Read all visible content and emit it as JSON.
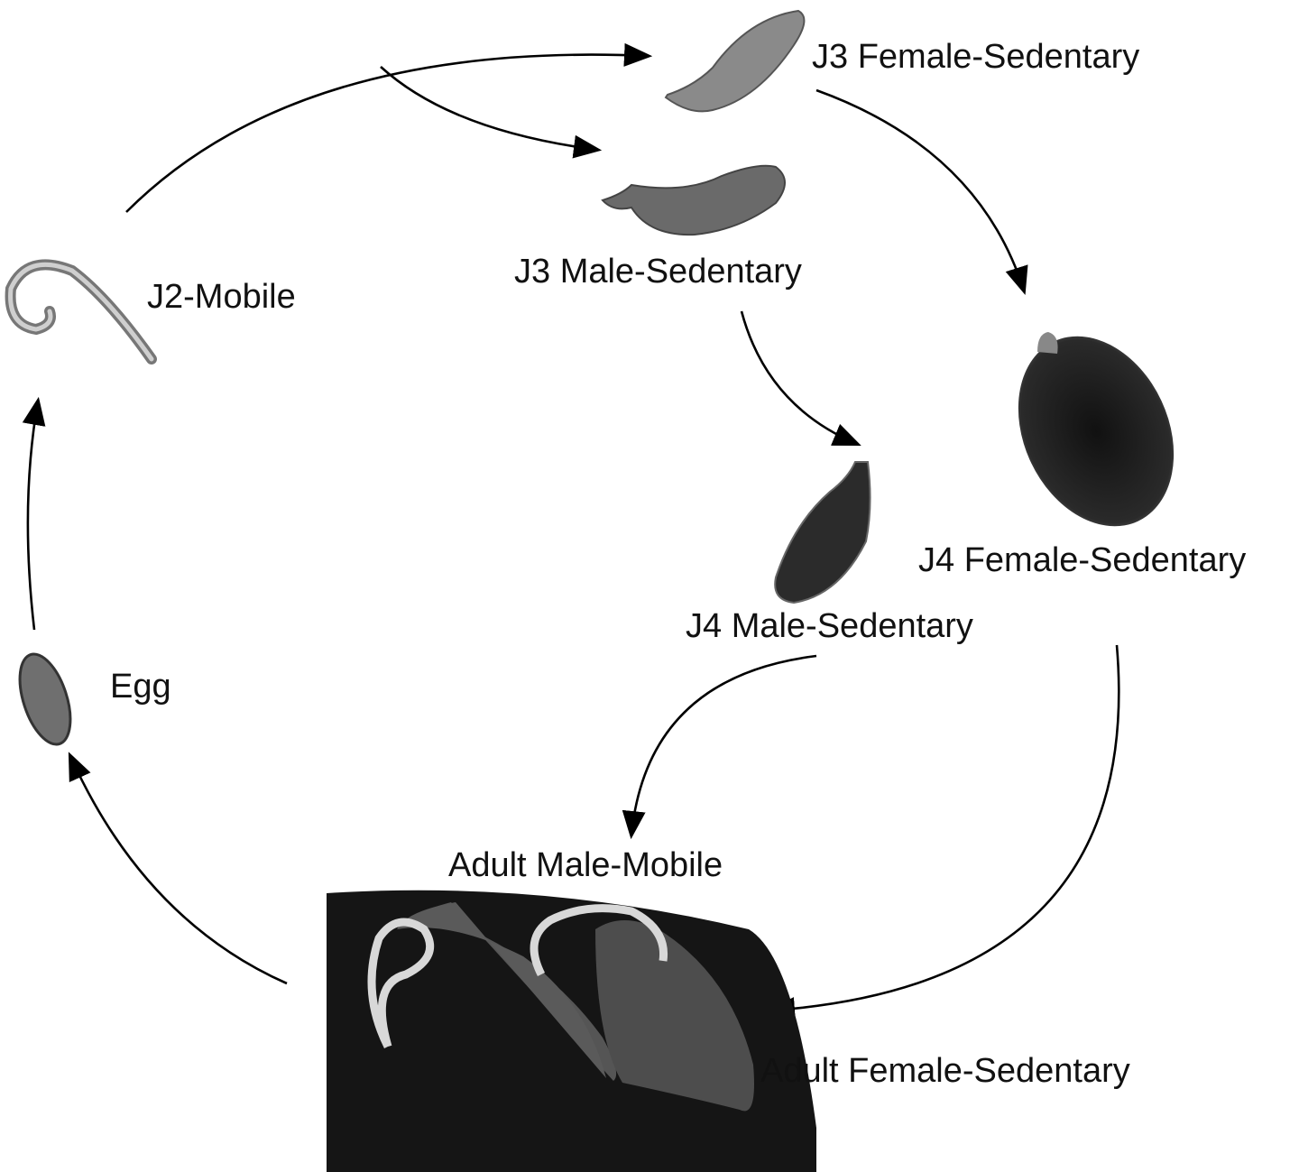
{
  "diagram": {
    "labels": {
      "j3_female": "J3 Female-Sedentary",
      "j3_male": "J3 Male-Sedentary",
      "j2": "J2-Mobile",
      "j4_female": "J4 Female-Sedentary",
      "j4_male": "J4 Male-Sedentary",
      "egg": "Egg",
      "adult_male": "Adult Male-Mobile",
      "adult_female": "Adult Female-Sedentary"
    },
    "flow": [
      [
        "J2-Mobile",
        "J3 Female-Sedentary"
      ],
      [
        "J2-Mobile",
        "J3 Male-Sedentary"
      ],
      [
        "J3 Female-Sedentary",
        "J4 Female-Sedentary"
      ],
      [
        "J3 Male-Sedentary",
        "J4 Male-Sedentary"
      ],
      [
        "J4 Male-Sedentary",
        "Adult Male-Mobile"
      ],
      [
        "J4 Female-Sedentary",
        "Adult Female-Sedentary"
      ],
      [
        "Adult Female-Sedentary",
        "Egg"
      ],
      [
        "Egg",
        "J2-Mobile"
      ]
    ]
  }
}
